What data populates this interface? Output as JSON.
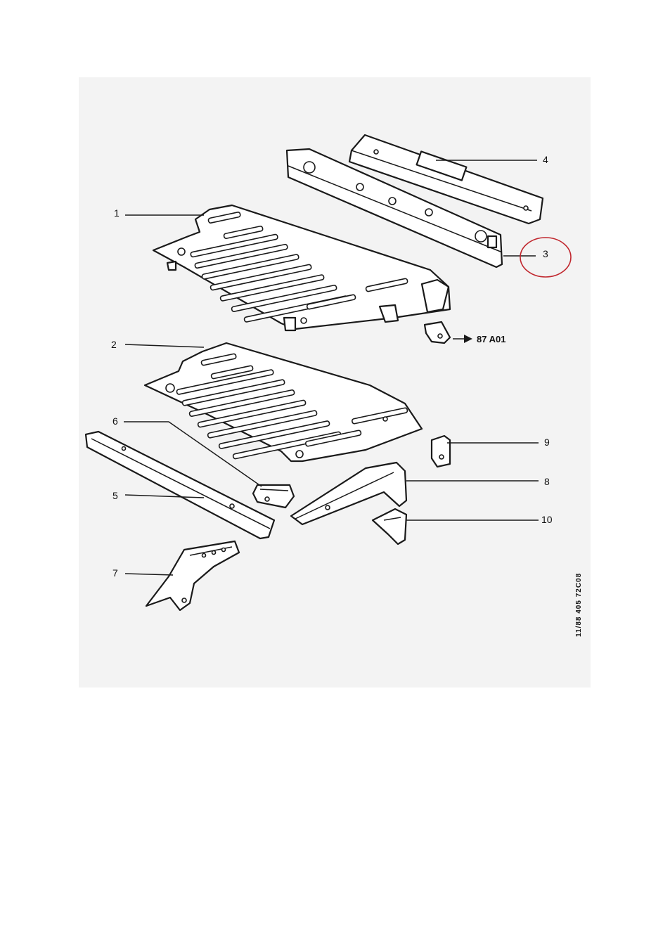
{
  "callouts": {
    "c1": "1",
    "c2": "2",
    "c3": "3",
    "c4": "4",
    "c5": "5",
    "c6": "6",
    "c7": "7",
    "c8": "8",
    "c9": "9",
    "c10": "10"
  },
  "reference_arrow_text": "87 A01",
  "drawing_code": "11/88  405  72C08",
  "highlight_color": "#c0262d",
  "highlighted_part": "3"
}
